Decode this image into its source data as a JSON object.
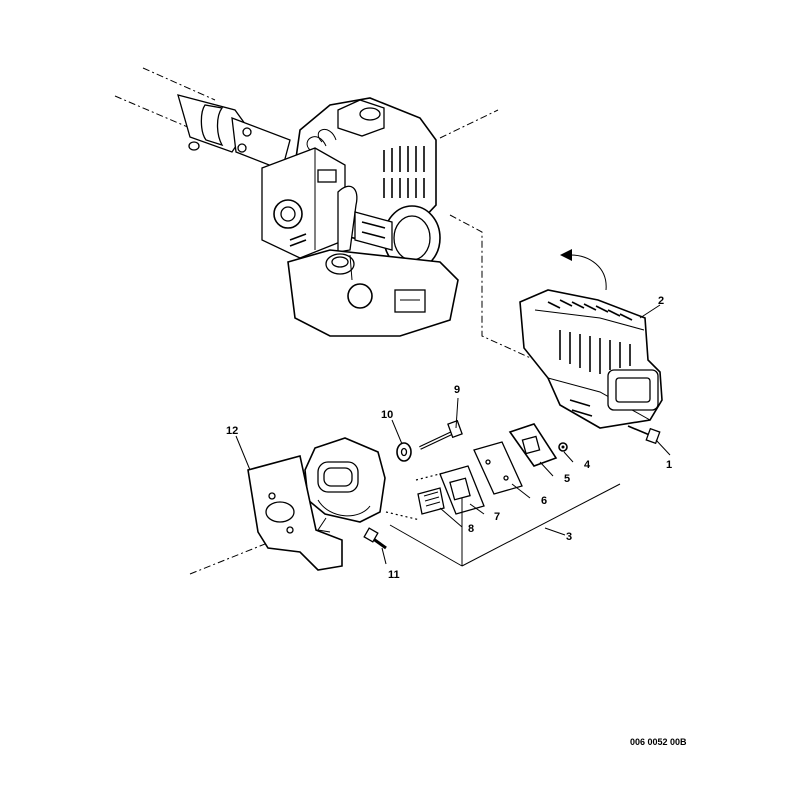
{
  "diagram": {
    "reference_code": "006 0052 00B",
    "callouts": [
      {
        "id": "1",
        "label": "1"
      },
      {
        "id": "2",
        "label": "2"
      },
      {
        "id": "3",
        "label": "3"
      },
      {
        "id": "4",
        "label": "4"
      },
      {
        "id": "5",
        "label": "5"
      },
      {
        "id": "6",
        "label": "6"
      },
      {
        "id": "7",
        "label": "7"
      },
      {
        "id": "8",
        "label": "8"
      },
      {
        "id": "9",
        "label": "9"
      },
      {
        "id": "10",
        "label": "10"
      },
      {
        "id": "11",
        "label": "11"
      },
      {
        "id": "12",
        "label": "12"
      }
    ]
  }
}
